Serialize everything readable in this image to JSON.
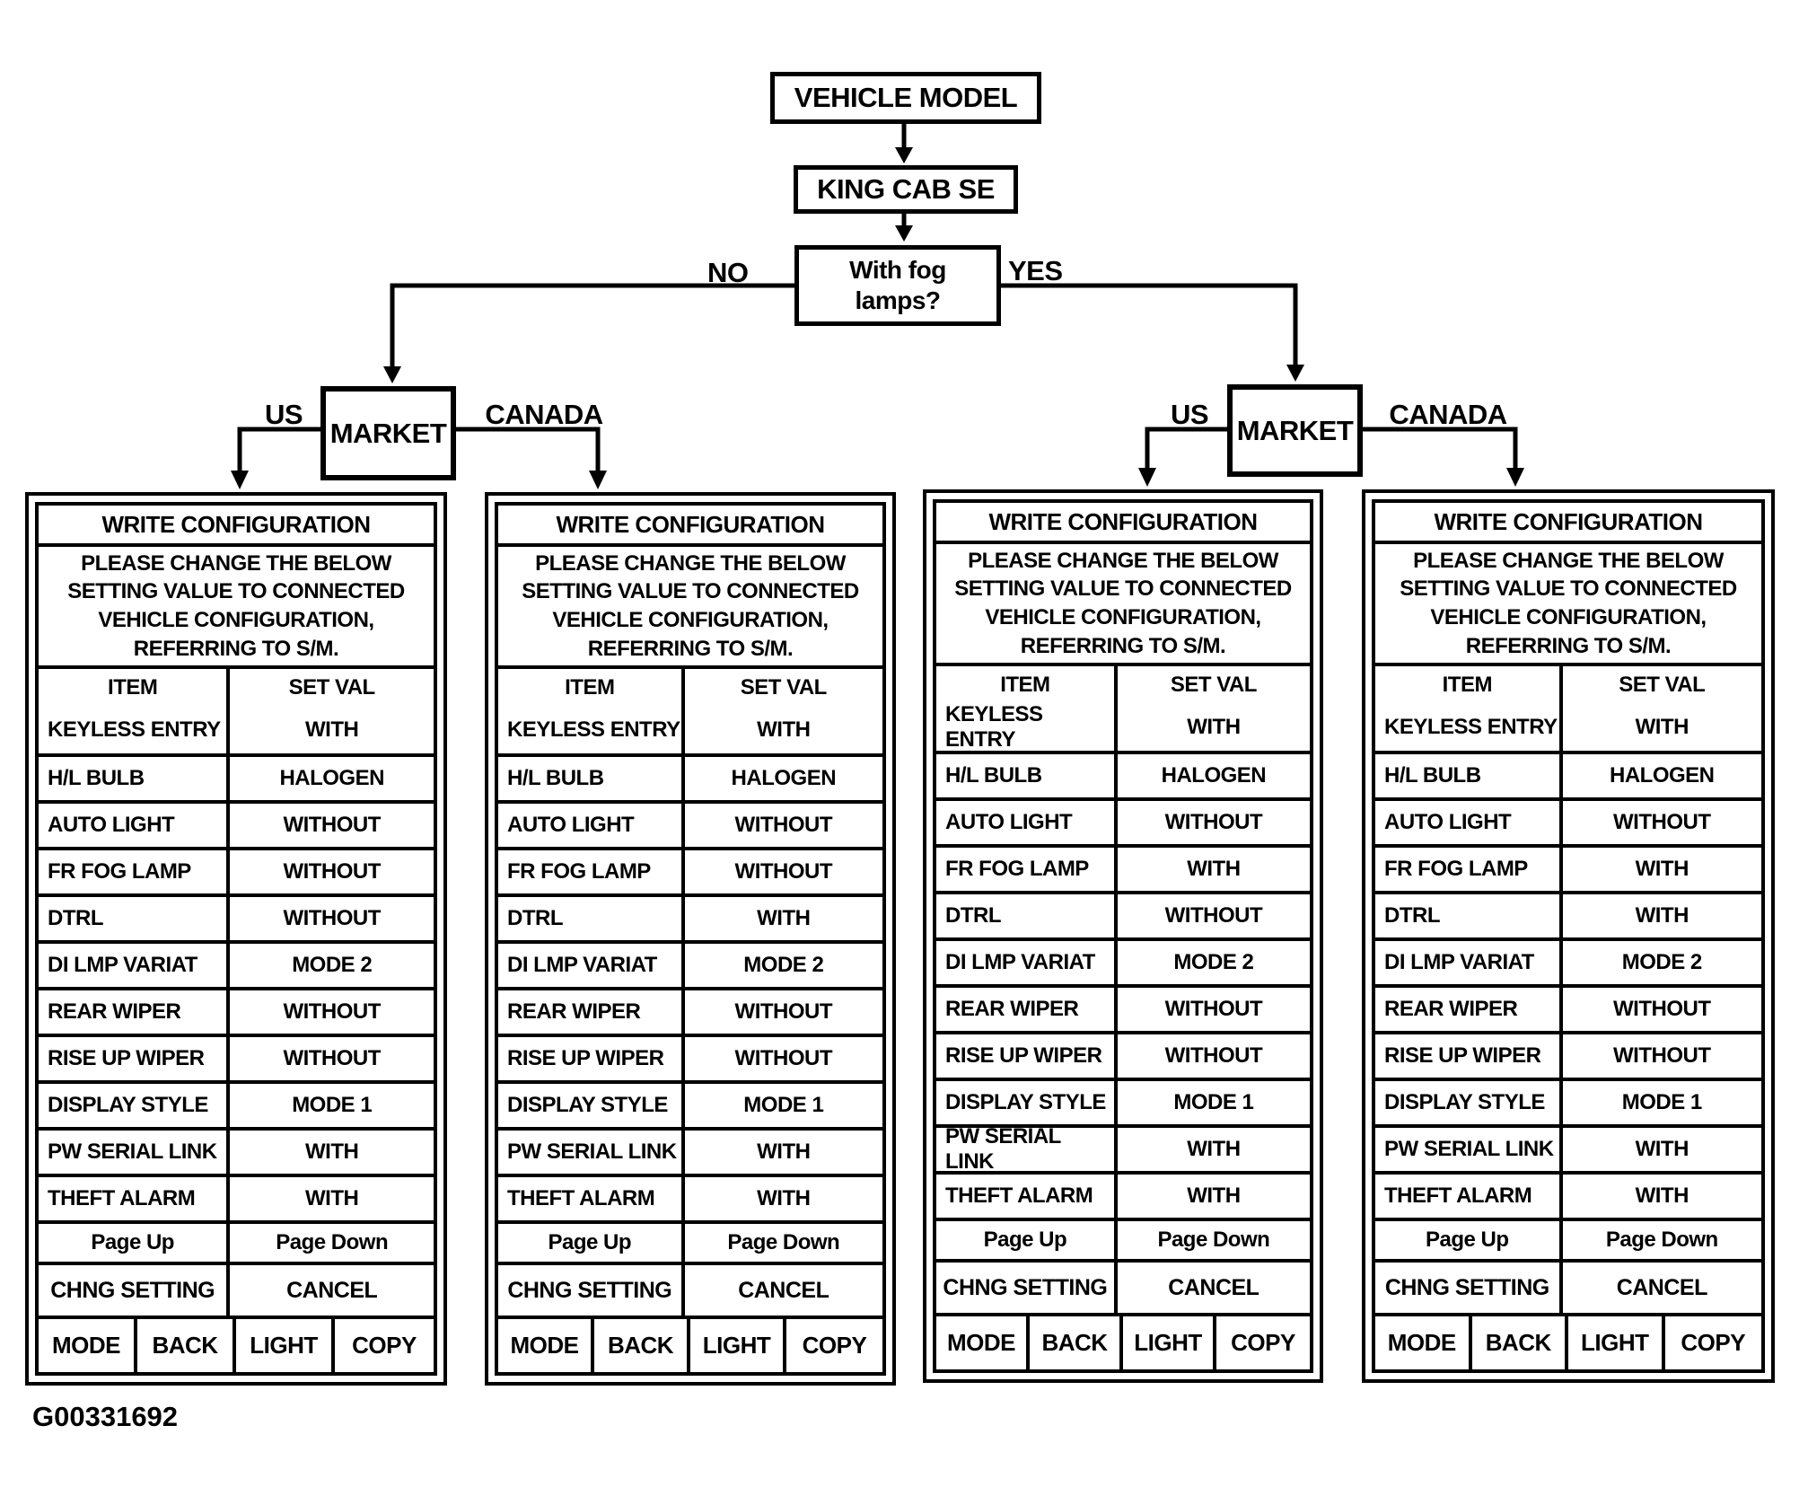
{
  "flowchart": {
    "vehicle_model": "VEHICLE MODEL",
    "trim": "KING CAB SE",
    "question": "With fog\nlamps?",
    "no_label": "NO",
    "yes_label": "YES",
    "market": "MARKET",
    "us": "US",
    "canada": "CANADA"
  },
  "caption": "G00331692",
  "table_template": {
    "title": "WRITE CONFIGURATION",
    "message": "PLEASE CHANGE THE BELOW\nSETTING VALUE TO CONNECTED\nVEHICLE CONFIGURATION,\nREFERRING TO S/M.",
    "col_item": "ITEM",
    "col_setval": "SET VAL",
    "page_up": "Page Up",
    "page_down": "Page Down",
    "chng_setting": "CHNG SETTING",
    "cancel": "CANCEL",
    "bottom_buttons": [
      "MODE",
      "BACK",
      "LIGHT",
      "COPY"
    ]
  },
  "tables": [
    {
      "branch": "no-fog-us-market",
      "rows": [
        {
          "item": "KEYLESS ENTRY",
          "value": "WITH"
        },
        {
          "item": "H/L BULB",
          "value": "HALOGEN"
        },
        {
          "item": "AUTO LIGHT",
          "value": "WITHOUT"
        },
        {
          "item": "FR FOG LAMP",
          "value": "WITHOUT"
        },
        {
          "item": "DTRL",
          "value": "WITHOUT"
        },
        {
          "item": "DI LMP VARIAT",
          "value": "MODE 2"
        },
        {
          "item": "REAR WIPER",
          "value": "WITHOUT"
        },
        {
          "item": "RISE UP WIPER",
          "value": "WITHOUT"
        },
        {
          "item": "DISPLAY STYLE",
          "value": "MODE 1"
        },
        {
          "item": "PW SERIAL LINK",
          "value": "WITH"
        },
        {
          "item": "THEFT ALARM",
          "value": "WITH"
        }
      ]
    },
    {
      "branch": "no-fog-canada-market",
      "rows": [
        {
          "item": "KEYLESS ENTRY",
          "value": "WITH"
        },
        {
          "item": "H/L BULB",
          "value": "HALOGEN"
        },
        {
          "item": "AUTO LIGHT",
          "value": "WITHOUT"
        },
        {
          "item": "FR FOG LAMP",
          "value": "WITHOUT"
        },
        {
          "item": "DTRL",
          "value": "WITH"
        },
        {
          "item": "DI LMP VARIAT",
          "value": "MODE 2"
        },
        {
          "item": "REAR WIPER",
          "value": "WITHOUT"
        },
        {
          "item": "RISE UP WIPER",
          "value": "WITHOUT"
        },
        {
          "item": "DISPLAY STYLE",
          "value": "MODE 1"
        },
        {
          "item": "PW SERIAL LINK",
          "value": "WITH"
        },
        {
          "item": "THEFT ALARM",
          "value": "WITH"
        }
      ]
    },
    {
      "branch": "fog-us-market",
      "rows": [
        {
          "item": "KEYLESS ENTRY",
          "value": "WITH"
        },
        {
          "item": "H/L BULB",
          "value": "HALOGEN"
        },
        {
          "item": "AUTO LIGHT",
          "value": "WITHOUT"
        },
        {
          "item": "FR FOG LAMP",
          "value": "WITH"
        },
        {
          "item": "DTRL",
          "value": "WITHOUT"
        },
        {
          "item": "DI LMP VARIAT",
          "value": "MODE 2"
        },
        {
          "item": "REAR WIPER",
          "value": "WITHOUT"
        },
        {
          "item": "RISE UP WIPER",
          "value": "WITHOUT"
        },
        {
          "item": "DISPLAY STYLE",
          "value": "MODE 1"
        },
        {
          "item": "PW SERIAL LINK",
          "value": "WITH"
        },
        {
          "item": "THEFT ALARM",
          "value": "WITH"
        }
      ]
    },
    {
      "branch": "fog-canada-market",
      "rows": [
        {
          "item": "KEYLESS ENTRY",
          "value": "WITH"
        },
        {
          "item": "H/L BULB",
          "value": "HALOGEN"
        },
        {
          "item": "AUTO LIGHT",
          "value": "WITHOUT"
        },
        {
          "item": "FR FOG LAMP",
          "value": "WITH"
        },
        {
          "item": "DTRL",
          "value": "WITH"
        },
        {
          "item": "DI LMP VARIAT",
          "value": "MODE 2"
        },
        {
          "item": "REAR WIPER",
          "value": "WITHOUT"
        },
        {
          "item": "RISE UP WIPER",
          "value": "WITHOUT"
        },
        {
          "item": "DISPLAY STYLE",
          "value": "MODE 1"
        },
        {
          "item": "PW SERIAL LINK",
          "value": "WITH"
        },
        {
          "item": "THEFT ALARM",
          "value": "WITH"
        }
      ]
    }
  ]
}
